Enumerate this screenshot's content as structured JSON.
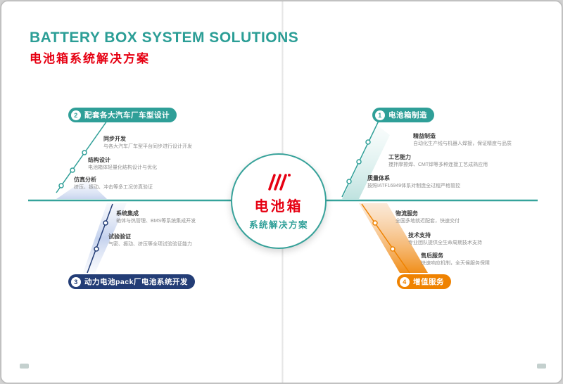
{
  "header": {
    "title_en": "BATTERY BOX SYSTEM SOLUTIONS",
    "title_cn": "电池箱系统解决方案"
  },
  "center_badge": {
    "title": "电池箱",
    "subtitle": "系统解决方案",
    "logo": "red-hatch-logo"
  },
  "colors": {
    "teal": "#2f9f98",
    "red": "#e60012",
    "navy": "#233d76",
    "orange": "#ef8200"
  },
  "branches": {
    "top_left": {
      "number": "2",
      "label": "配套各大汽车厂车型设计",
      "items": [
        {
          "title": "同步开发",
          "desc": "与各大汽车厂车型平台同步进行设计开发"
        },
        {
          "title": "结构设计",
          "desc": "电池箱体轻量化结构设计与优化"
        },
        {
          "title": "仿真分析",
          "desc": "挤压、振动、冲击等多工况仿真验证"
        }
      ]
    },
    "top_right": {
      "number": "1",
      "label": "电池箱制造",
      "items": [
        {
          "title": "精益制造",
          "desc": "自动化生产线与机器人焊接，保证精度与品质"
        },
        {
          "title": "工艺能力",
          "desc": "搅拌摩擦焊、CMT焊等多种连接工艺成熟应用"
        },
        {
          "title": "质量体系",
          "desc": "按照IATF16949体系对制造全过程严格管控"
        }
      ]
    },
    "bottom_left": {
      "number": "3",
      "label": "动力电池pack厂电池系统开发",
      "items": [
        {
          "title": "系统集成",
          "desc": "箱体与热管理、BMS等系统集成开发"
        },
        {
          "title": "试验验证",
          "desc": "气密、振动、挤压等全项试验验证能力"
        }
      ]
    },
    "bottom_right": {
      "number": "4",
      "label": "增值服务",
      "items": [
        {
          "title": "物流服务",
          "desc": "全国多地就近配套，快速交付"
        },
        {
          "title": "技术支持",
          "desc": "专业团队提供全生命周期技术支持"
        },
        {
          "title": "售后服务",
          "desc": "快速响应机制，全天候服务保障"
        }
      ]
    }
  }
}
